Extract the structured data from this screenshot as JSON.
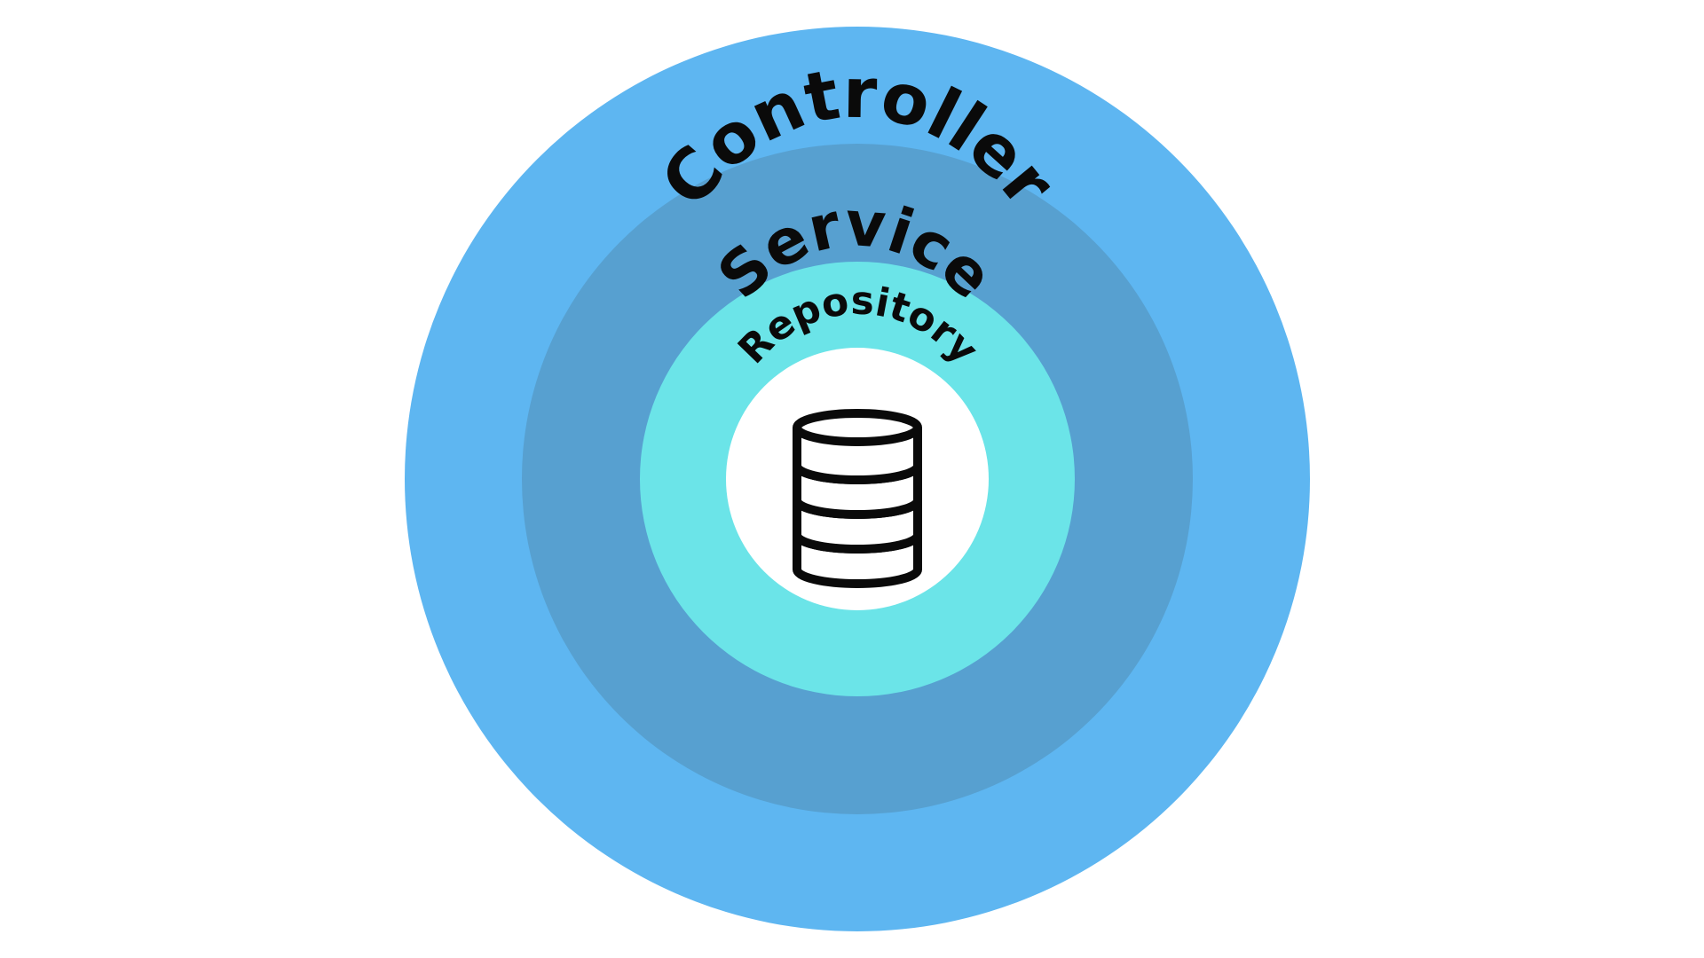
{
  "diagram": {
    "layers": [
      {
        "label": "Controller",
        "color": "#5eb6f1"
      },
      {
        "label": "Service",
        "color": "#57a0d0"
      },
      {
        "label": "Repository",
        "color": "#6be4e8"
      }
    ],
    "core": {
      "color": "#ffffff",
      "icon": "database-icon"
    },
    "background": "#ffffff"
  }
}
